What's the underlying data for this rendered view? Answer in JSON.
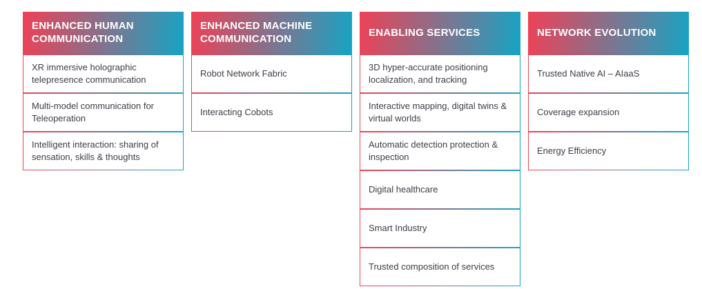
{
  "colors": {
    "gradient_start": "#ef4156",
    "gradient_end": "#16a4c4",
    "header_text": "#ffffff",
    "item_text": "#3d3d47"
  },
  "columns": [
    {
      "title": "ENHANCED HUMAN COMMUNICATION",
      "items": [
        "XR immersive holographic telepresence communication",
        "Multi-model communication for Teleoperation",
        "Intelligent interaction: sharing of sensation, skills & thoughts"
      ]
    },
    {
      "title": "ENHANCED MACHINE COMMUNICATION",
      "items": [
        "Robot Network Fabric",
        "Interacting Cobots"
      ]
    },
    {
      "title": "ENABLING SERVICES",
      "items": [
        "3D hyper-accurate positioning localization, and tracking",
        "Interactive mapping, digital twins & virtual worlds",
        "Automatic detection protection & inspection",
        "Digital healthcare",
        "Smart Industry",
        "Trusted composition of services"
      ]
    },
    {
      "title": "NETWORK EVOLUTION",
      "items": [
        "Trusted Native AI – AIaaS",
        "Coverage expansion",
        "Energy Efficiency"
      ]
    }
  ]
}
